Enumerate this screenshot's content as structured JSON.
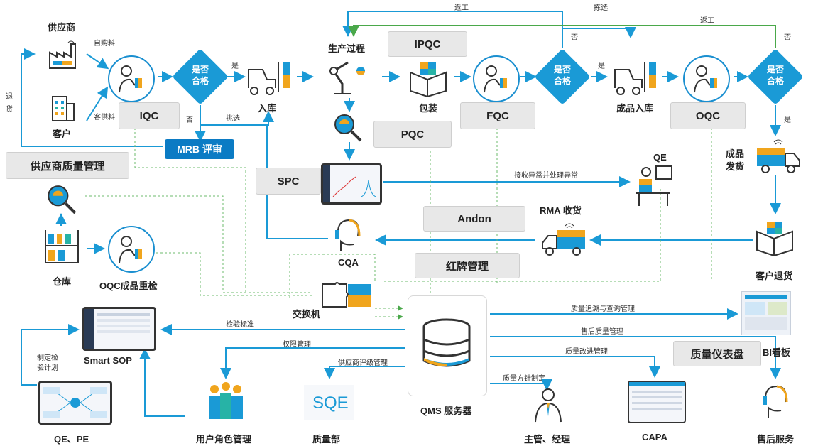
{
  "nodes": {
    "supplier": "供应商",
    "customer": "客户",
    "production": "生产过程",
    "warehouse_in": "入库",
    "packaging": "包装",
    "finished_in": "成品入库",
    "finished_ship": "成品\n发货",
    "customer_return": "客户退货",
    "rma": "RMA 收货",
    "qe": "QE",
    "cqa": "CQA",
    "warehouse": "仓库",
    "oqc_recheck": "OQC成品重检",
    "switch": "交换机",
    "smart_sop": "Smart SOP",
    "qe_pe": "QE、PE",
    "user_roles": "用户角色管理",
    "quality_dept": "质量部",
    "qms_server": "QMS 服务器",
    "manager": "主管、经理",
    "capa": "CAPA",
    "after_sales": "售后服务",
    "bi_board": "BI看板"
  },
  "boxes": {
    "iqc": "IQC",
    "ipqc": "IPQC",
    "pqc": "PQC",
    "fqc": "FQC",
    "oqc": "OQC",
    "spc": "SPC",
    "andon": "Andon",
    "red_card": "红牌管理",
    "supplier_quality": "供应商质量管理",
    "mrb": "MRB 评审",
    "dashboard": "质量仪表盘"
  },
  "decisions": {
    "d1": "是否\n合格",
    "d2": "是否\n合格",
    "d3": "是否\n合格"
  },
  "edge_labels": {
    "self_purchase": "自购料",
    "customer_supply": "客供料",
    "return_goods": "退\n货",
    "yes1": "是",
    "no1": "否",
    "pick": "挑选",
    "rework_top1": "返工",
    "pick_top": "拣选",
    "rework_top2": "返工",
    "no2": "否",
    "no3": "否",
    "yes2": "是",
    "yes3": "是",
    "receive_abnormal": "接收异常并处理异常",
    "inspection_std": "检验标准",
    "permission": "权限管理",
    "supplier_rating": "供应商评级管理",
    "trace": "质量追溯与查询管理",
    "after_sales_mgmt": "售后质量管理",
    "improvement": "质量改进管理",
    "policy": "质量方针制定",
    "make_plan": "制定检\n验计划"
  },
  "icons": {
    "supplier": "factory-icon",
    "customer": "building-icon",
    "inspector": "microscope-inspector-icon",
    "forklift": "forklift-icon",
    "robot_arm": "robot-arm-icon",
    "box": "package-box-icon",
    "truck": "delivery-truck-icon",
    "magnifier": "magnifier-icon",
    "monitor": "monitor-chart-icon",
    "engineer": "engineer-desk-icon",
    "headset": "headset-agent-icon",
    "shelf": "warehouse-shelf-icon",
    "puzzle": "puzzle-icon",
    "database": "database-server-icon",
    "team": "team-icon",
    "sqe_logo": "SQE",
    "person": "manager-person-icon"
  },
  "colors": {
    "accent_blue": "#1a9ad6",
    "line_blue": "#1a9ad6",
    "line_green": "#4aa84a",
    "dark_box": "#0b7bc4",
    "gray_box": "#e8e8e8"
  }
}
